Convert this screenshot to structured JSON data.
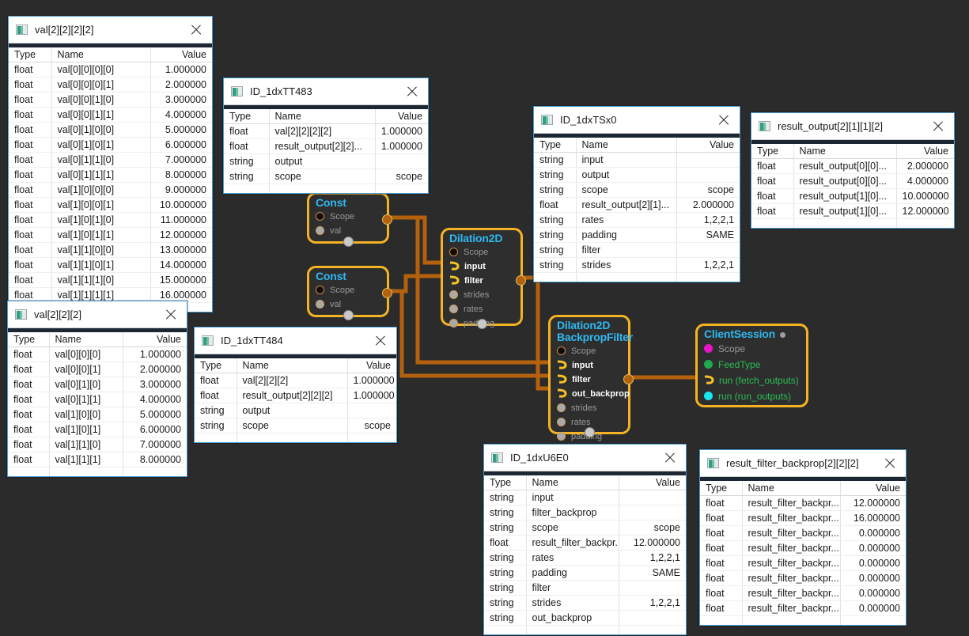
{
  "background_color": "#2b2b2b",
  "accent_node_border": "#f5b324",
  "node_title_color": "#2eb8f0",
  "columns": [
    "Type",
    "Name",
    "Value"
  ],
  "windows": [
    {
      "id": "val-2222",
      "title": "val[2][2][2][2]",
      "icon": "window-image-icon",
      "close_icon": "close-icon",
      "rows": [
        [
          "float",
          "val[0][0][0][0]",
          "1.000000"
        ],
        [
          "float",
          "val[0][0][0][1]",
          "2.000000"
        ],
        [
          "float",
          "val[0][0][1][0]",
          "3.000000"
        ],
        [
          "float",
          "val[0][0][1][1]",
          "4.000000"
        ],
        [
          "float",
          "val[0][1][0][0]",
          "5.000000"
        ],
        [
          "float",
          "val[0][1][0][1]",
          "6.000000"
        ],
        [
          "float",
          "val[0][1][1][0]",
          "7.000000"
        ],
        [
          "float",
          "val[0][1][1][1]",
          "8.000000"
        ],
        [
          "float",
          "val[1][0][0][0]",
          "9.000000"
        ],
        [
          "float",
          "val[1][0][0][1]",
          "10.000000"
        ],
        [
          "float",
          "val[1][0][1][0]",
          "11.000000"
        ],
        [
          "float",
          "val[1][0][1][1]",
          "12.000000"
        ],
        [
          "float",
          "val[1][1][0][0]",
          "13.000000"
        ],
        [
          "float",
          "val[1][1][0][1]",
          "14.000000"
        ],
        [
          "float",
          "val[1][1][1][0]",
          "15.000000"
        ],
        [
          "float",
          "val[1][1][1][1]",
          "16.000000"
        ]
      ]
    },
    {
      "id": "id-1dxTT483",
      "title": "ID_1dxTT483",
      "icon": "window-image-icon",
      "close_icon": "close-icon",
      "rows": [
        [
          "float",
          "val[2][2][2][2]",
          "1.000000"
        ],
        [
          "float",
          "result_output[2][2]...",
          "1.000000"
        ],
        [
          "string",
          "output",
          ""
        ],
        [
          "string",
          "scope",
          "scope"
        ]
      ]
    },
    {
      "id": "id-1dxTSx0",
      "title": "ID_1dxTSx0",
      "icon": "window-image-icon",
      "close_icon": "close-icon",
      "rows": [
        [
          "string",
          "input",
          ""
        ],
        [
          "string",
          "output",
          ""
        ],
        [
          "string",
          "scope",
          "scope"
        ],
        [
          "float",
          "result_output[2][1]...",
          "2.000000"
        ],
        [
          "string",
          "rates",
          "1,2,2,1"
        ],
        [
          "string",
          "padding",
          "SAME"
        ],
        [
          "string",
          "filter",
          ""
        ],
        [
          "string",
          "strides",
          "1,2,2,1"
        ]
      ]
    },
    {
      "id": "result-output-2112",
      "title": "result_output[2][1][1][2]",
      "icon": "window-image-icon",
      "close_icon": "close-icon",
      "rows": [
        [
          "float",
          "result_output[0][0]...",
          "2.000000"
        ],
        [
          "float",
          "result_output[0][0]...",
          "4.000000"
        ],
        [
          "float",
          "result_output[1][0]...",
          "10.000000"
        ],
        [
          "float",
          "result_output[1][0]...",
          "12.000000"
        ]
      ]
    },
    {
      "id": "val-222",
      "title": "val[2][2][2]",
      "icon": "window-image-icon",
      "close_icon": "close-icon",
      "rows": [
        [
          "float",
          "val[0][0][0]",
          "1.000000"
        ],
        [
          "float",
          "val[0][0][1]",
          "2.000000"
        ],
        [
          "float",
          "val[0][1][0]",
          "3.000000"
        ],
        [
          "float",
          "val[0][1][1]",
          "4.000000"
        ],
        [
          "float",
          "val[1][0][0]",
          "5.000000"
        ],
        [
          "float",
          "val[1][0][1]",
          "6.000000"
        ],
        [
          "float",
          "val[1][1][0]",
          "7.000000"
        ],
        [
          "float",
          "val[1][1][1]",
          "8.000000"
        ]
      ]
    },
    {
      "id": "id-1dxTT484",
      "title": "ID_1dxTT484",
      "icon": "window-image-icon",
      "close_icon": "close-icon",
      "rows": [
        [
          "float",
          "val[2][2][2]",
          "1.000000"
        ],
        [
          "float",
          "result_output[2][2][2]",
          "1.000000"
        ],
        [
          "string",
          "output",
          ""
        ],
        [
          "string",
          "scope",
          "scope"
        ]
      ]
    },
    {
      "id": "id-1dxU6E0",
      "title": "ID_1dxU6E0",
      "icon": "window-image-icon",
      "close_icon": "close-icon",
      "rows": [
        [
          "string",
          "input",
          ""
        ],
        [
          "string",
          "filter_backprop",
          ""
        ],
        [
          "string",
          "scope",
          "scope"
        ],
        [
          "float",
          "result_filter_backpr...",
          "12.000000"
        ],
        [
          "string",
          "rates",
          "1,2,2,1"
        ],
        [
          "string",
          "padding",
          "SAME"
        ],
        [
          "string",
          "filter",
          ""
        ],
        [
          "string",
          "strides",
          "1,2,2,1"
        ],
        [
          "string",
          "out_backprop",
          ""
        ]
      ]
    },
    {
      "id": "result-filter-backprop-222",
      "title": "result_filter_backprop[2][2][2]",
      "icon": "window-image-icon",
      "close_icon": "close-icon",
      "rows": [
        [
          "float",
          "result_filter_backpr...",
          "12.000000"
        ],
        [
          "float",
          "result_filter_backpr...",
          "16.000000"
        ],
        [
          "float",
          "result_filter_backpr...",
          "0.000000"
        ],
        [
          "float",
          "result_filter_backpr...",
          "0.000000"
        ],
        [
          "float",
          "result_filter_backpr...",
          "0.000000"
        ],
        [
          "float",
          "result_filter_backpr...",
          "0.000000"
        ],
        [
          "float",
          "result_filter_backpr...",
          "0.000000"
        ],
        [
          "float",
          "result_filter_backpr...",
          "0.000000"
        ]
      ]
    }
  ],
  "nodes": [
    {
      "id": "const-1",
      "title": "Const",
      "title_dot": false,
      "ports": [
        {
          "label": "Scope",
          "style": "black",
          "connected": false
        },
        {
          "label": "val",
          "style": "gray",
          "connected": false
        }
      ]
    },
    {
      "id": "const-2",
      "title": "Const",
      "title_dot": false,
      "ports": [
        {
          "label": "Scope",
          "style": "black",
          "connected": false
        },
        {
          "label": "val",
          "style": "gray",
          "connected": false
        }
      ]
    },
    {
      "id": "dilation2d",
      "title": "Dilation2D",
      "title_dot": false,
      "ports": [
        {
          "label": "Scope",
          "style": "black",
          "connected": false
        },
        {
          "label": "input",
          "style": "arrow",
          "connected": true
        },
        {
          "label": "filter",
          "style": "arrow",
          "connected": true
        },
        {
          "label": "strides",
          "style": "gray",
          "connected": false
        },
        {
          "label": "rates",
          "style": "gray",
          "connected": false
        },
        {
          "label": "padding",
          "style": "gray",
          "connected": false
        }
      ]
    },
    {
      "id": "dilation2d-backpropfilter",
      "title": "Dilation2D BackpropFilter",
      "title_line1": "Dilation2D",
      "title_line2": "BackpropFilter",
      "title_dot": false,
      "ports": [
        {
          "label": "Scope",
          "style": "black",
          "connected": false
        },
        {
          "label": "input",
          "style": "arrow",
          "connected": true
        },
        {
          "label": "filter",
          "style": "arrow",
          "connected": true
        },
        {
          "label": "out_backprop",
          "style": "arrow",
          "connected": true
        },
        {
          "label": "strides",
          "style": "gray",
          "connected": false
        },
        {
          "label": "rates",
          "style": "gray",
          "connected": false
        },
        {
          "label": "padding",
          "style": "gray",
          "connected": false
        }
      ]
    },
    {
      "id": "clientsession",
      "title": "ClientSession",
      "title_dot": true,
      "ports": [
        {
          "label": "Scope",
          "style": "magenta",
          "connected": false
        },
        {
          "label": "FeedType",
          "style": "green",
          "connected": false
        },
        {
          "label": "run (fetch_outputs)",
          "style": "arrow",
          "connected": true
        },
        {
          "label": "run (run_outputs)",
          "style": "cyan",
          "connected": false
        }
      ]
    }
  ]
}
